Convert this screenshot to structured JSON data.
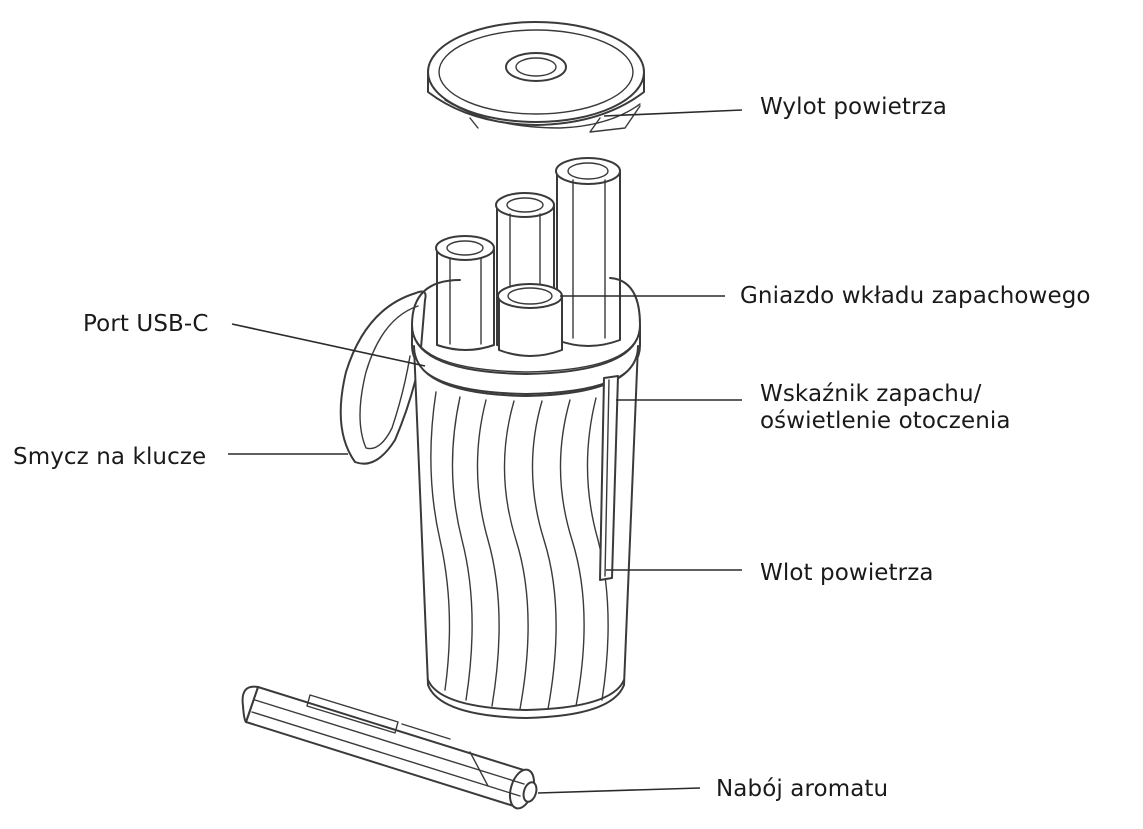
{
  "labels": {
    "air_outlet": "Wylot powietrza",
    "cartridge_socket": "Gniazdo wkładu zapachowego",
    "usb_port": "Port USB-C",
    "scent_indicator_line1": "Wskaźnik zapachu/",
    "scent_indicator_line2": "oświetlenie otoczenia",
    "key_lanyard": "Smycz na klucze",
    "air_inlet": "Wlot powietrza",
    "aroma_cartridge": "Nabój aromatu"
  },
  "colors": {
    "line": "#3a3a3a",
    "text": "#1a1a1a",
    "background": "#ffffff"
  }
}
